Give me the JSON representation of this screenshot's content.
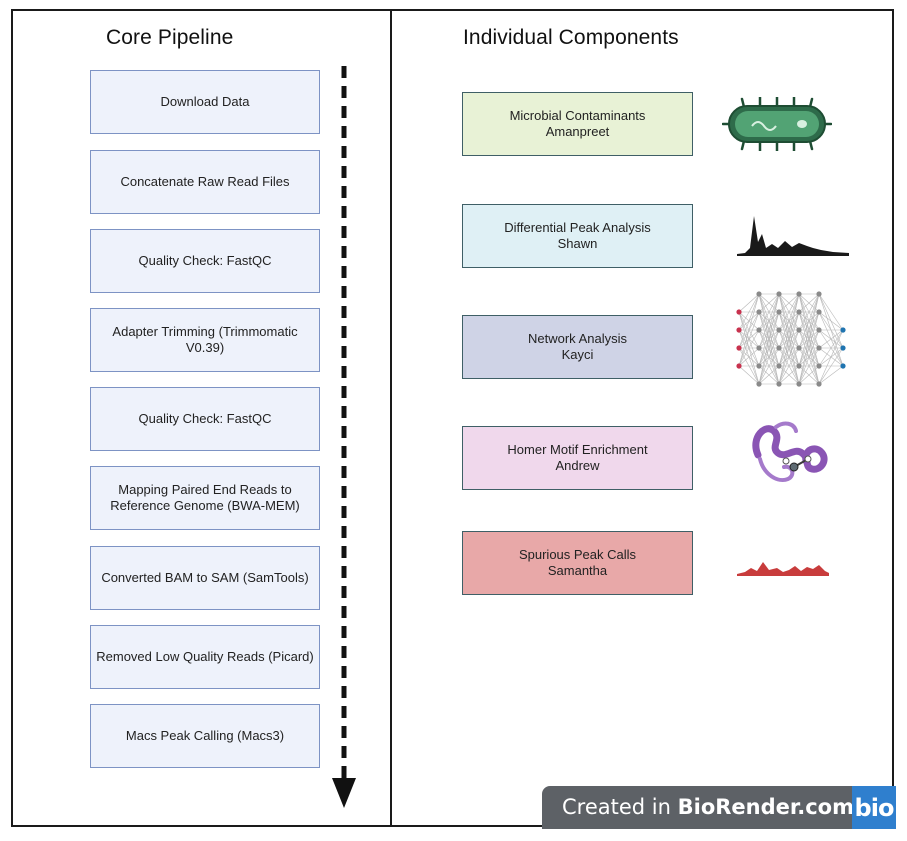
{
  "left_panel": {
    "title": "Core Pipeline",
    "steps": [
      "Download Data",
      "Concatenate Raw Read Files",
      "Quality Check: FastQC",
      "Adapter Trimming (Trimmomatic V0.39)",
      "Quality Check: FastQC",
      "Mapping Paired End Reads to Reference Genome (BWA-MEM)",
      "Converted BAM to SAM (SamTools)",
      "Removed Low Quality Reads (Picard)",
      "Macs Peak Calling (Macs3)"
    ]
  },
  "right_panel": {
    "title": "Individual Components",
    "components": [
      {
        "name": "Microbial Contaminants",
        "person": "Amanpreet",
        "color": "#e8f2d6",
        "icon": "bacterium-icon"
      },
      {
        "name": "Differential Peak Analysis",
        "person": "Shawn",
        "color": "#dff0f5",
        "icon": "peak-graph-icon"
      },
      {
        "name": "Network Analysis",
        "person": "Kayci",
        "color": "#cfd3e6",
        "icon": "neural-network-icon"
      },
      {
        "name": "Homer Motif Enrichment",
        "person": "Andrew",
        "color": "#f0d8ec",
        "icon": "protein-structure-icon"
      },
      {
        "name": "Spurious Peak Calls",
        "person": "Samantha",
        "color": "#e8a8a8",
        "icon": "spurious-peaks-icon"
      }
    ]
  },
  "badge": {
    "prefix": "Created in ",
    "brand": "BioRender.com",
    "logo": "bio"
  }
}
